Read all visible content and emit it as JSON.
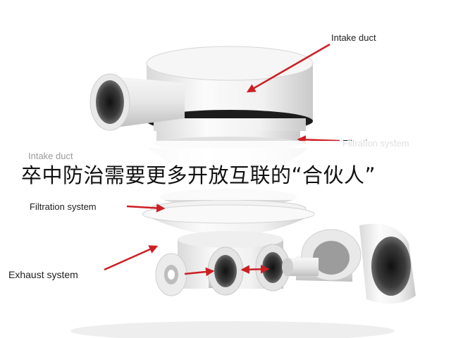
{
  "labels": {
    "intake_top": "Intake duct",
    "filtration_right": "Filtration system",
    "intake_ghost": "Intake duct",
    "filtration_left": "Filtration system",
    "exhaust": "Exhaust system"
  },
  "banner": {
    "text": "卒中防治需要更多开放互联的“合伙人”"
  },
  "colors": {
    "arrow": "#cc1f24",
    "body": "#f3f3f3",
    "shadow": "#bdbdbd",
    "dark": "#2a2a2a"
  }
}
